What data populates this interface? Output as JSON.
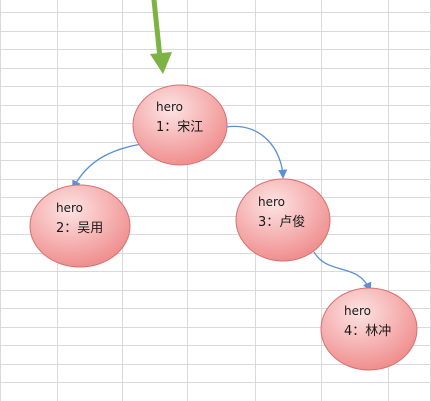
{
  "diagram": {
    "nodes": [
      {
        "id": "n1",
        "type_label": "hero",
        "label": "1：宋江"
      },
      {
        "id": "n2",
        "type_label": "hero",
        "label": "2：吴用"
      },
      {
        "id": "n3",
        "type_label": "hero",
        "label": "3：卢俊"
      },
      {
        "id": "n4",
        "type_label": "hero",
        "label": "4：林冲"
      }
    ],
    "edges": [
      {
        "from": "n1",
        "to": "n2"
      },
      {
        "from": "n1",
        "to": "n3"
      },
      {
        "from": "n3",
        "to": "n4"
      }
    ]
  },
  "colors": {
    "node_fill_light": "#fde3e3",
    "node_fill_dark": "#f08f8f",
    "node_stroke": "#d77070",
    "edge_color": "#5b8fd6",
    "pointer_arrow": "#7cb342",
    "grid_line": "#d9d9d9"
  },
  "icons": {
    "pointer": "down-arrow-icon"
  }
}
